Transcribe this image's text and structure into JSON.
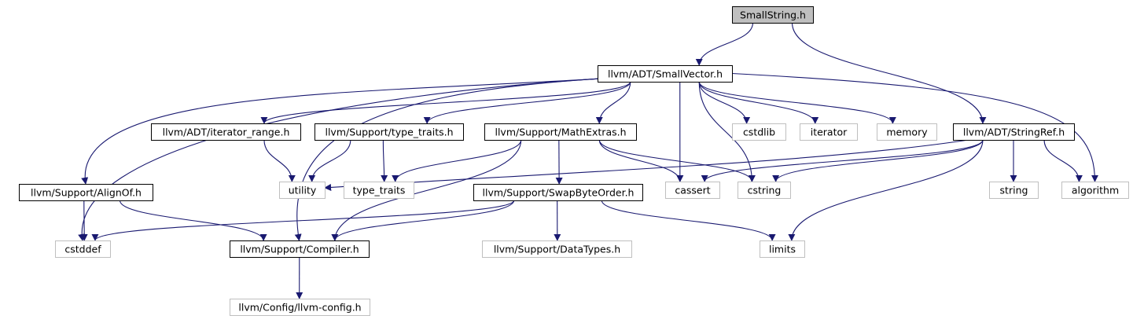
{
  "colors": {
    "edge": "#191970",
    "node_border_strong": "#000000",
    "node_border_light": "#bfbfbf",
    "node_fill": "#ffffff",
    "root_fill": "#bfbfbf",
    "text": "#000000"
  },
  "nodes": [
    {
      "id": "smallstring",
      "label": "SmallString.h",
      "style": "root"
    },
    {
      "id": "smallvector",
      "label": "llvm/ADT/SmallVector.h",
      "style": "strong"
    },
    {
      "id": "iterator_range",
      "label": "llvm/ADT/iterator_range.h",
      "style": "strong"
    },
    {
      "id": "type_traits_h",
      "label": "llvm/Support/type_traits.h",
      "style": "strong"
    },
    {
      "id": "mathextras",
      "label": "llvm/Support/MathExtras.h",
      "style": "strong"
    },
    {
      "id": "cstdlib",
      "label": "cstdlib",
      "style": "light"
    },
    {
      "id": "iterator",
      "label": "iterator",
      "style": "light"
    },
    {
      "id": "memory",
      "label": "memory",
      "style": "light"
    },
    {
      "id": "stringref",
      "label": "llvm/ADT/StringRef.h",
      "style": "strong"
    },
    {
      "id": "alignof",
      "label": "llvm/Support/AlignOf.h",
      "style": "strong"
    },
    {
      "id": "utility",
      "label": "utility",
      "style": "light"
    },
    {
      "id": "type_traits",
      "label": "type_traits",
      "style": "light"
    },
    {
      "id": "swapbyteorder",
      "label": "llvm/Support/SwapByteOrder.h",
      "style": "strong"
    },
    {
      "id": "cassert",
      "label": "cassert",
      "style": "light"
    },
    {
      "id": "cstring",
      "label": "cstring",
      "style": "light"
    },
    {
      "id": "string",
      "label": "string",
      "style": "light"
    },
    {
      "id": "algorithm",
      "label": "algorithm",
      "style": "light"
    },
    {
      "id": "cstddef",
      "label": "cstddef",
      "style": "light"
    },
    {
      "id": "compiler",
      "label": "llvm/Support/Compiler.h",
      "style": "strong"
    },
    {
      "id": "datatypes",
      "label": "llvm/Support/DataTypes.h",
      "style": "light"
    },
    {
      "id": "limits",
      "label": "limits",
      "style": "light"
    },
    {
      "id": "llvmconfig",
      "label": "llvm/Config/llvm-config.h",
      "style": "light"
    }
  ],
  "edges": [
    [
      "smallstring",
      "smallvector"
    ],
    [
      "smallstring",
      "stringref"
    ],
    [
      "smallvector",
      "iterator_range"
    ],
    [
      "smallvector",
      "type_traits_h"
    ],
    [
      "smallvector",
      "mathextras"
    ],
    [
      "smallvector",
      "cstdlib"
    ],
    [
      "smallvector",
      "iterator"
    ],
    [
      "smallvector",
      "memory"
    ],
    [
      "smallvector",
      "algorithm"
    ],
    [
      "smallvector",
      "cassert"
    ],
    [
      "smallvector",
      "cstring"
    ],
    [
      "smallvector",
      "alignof"
    ],
    [
      "smallvector",
      "cstddef"
    ],
    [
      "smallvector",
      "compiler"
    ],
    [
      "iterator_range",
      "utility"
    ],
    [
      "type_traits_h",
      "utility"
    ],
    [
      "type_traits_h",
      "type_traits"
    ],
    [
      "mathextras",
      "type_traits"
    ],
    [
      "mathextras",
      "swapbyteorder"
    ],
    [
      "mathextras",
      "cassert"
    ],
    [
      "mathextras",
      "cstring"
    ],
    [
      "mathextras",
      "compiler"
    ],
    [
      "stringref",
      "utility"
    ],
    [
      "stringref",
      "cassert"
    ],
    [
      "stringref",
      "cstring"
    ],
    [
      "stringref",
      "string"
    ],
    [
      "stringref",
      "algorithm"
    ],
    [
      "stringref",
      "limits"
    ],
    [
      "alignof",
      "cstddef"
    ],
    [
      "alignof",
      "compiler"
    ],
    [
      "swapbyteorder",
      "cstddef"
    ],
    [
      "swapbyteorder",
      "compiler"
    ],
    [
      "swapbyteorder",
      "datatypes"
    ],
    [
      "swapbyteorder",
      "limits"
    ],
    [
      "compiler",
      "llvmconfig"
    ]
  ]
}
